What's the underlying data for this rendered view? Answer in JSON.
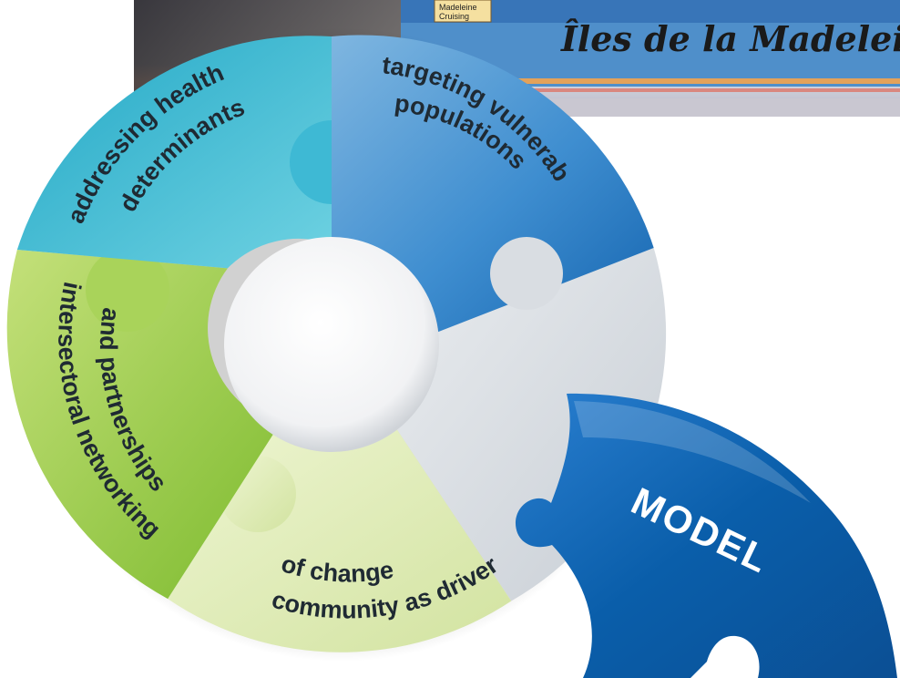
{
  "photo": {
    "caption": "Îles de la Madeleine",
    "sign_text": [
      "Madeleine",
      "Cruising"
    ]
  },
  "diagram": {
    "segments": [
      {
        "label": "targeting vulnerable populations",
        "lines": [
          "targeting vulnerable",
          "populations"
        ],
        "color": "#3f8ed0"
      },
      {
        "label": "addressing health determinants",
        "lines": [
          "addressing health",
          "determinants"
        ],
        "color": "#2bb7d0"
      },
      {
        "label": "intersectoral networking and partnerships",
        "lines": [
          "intersectoral networking",
          "and partnerships"
        ],
        "color": "#8cc63f"
      },
      {
        "label": "community as drivers of change",
        "lines": [
          "community as drivers",
          "of change"
        ],
        "color": "#dbe8b0"
      },
      {
        "label": "",
        "lines": [],
        "color": "#d9dde2"
      }
    ],
    "detached_piece": {
      "label": "MODEL",
      "color": "#0a5eaa"
    }
  }
}
